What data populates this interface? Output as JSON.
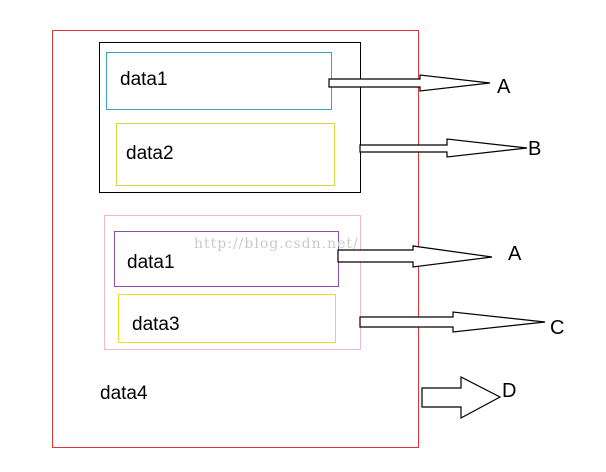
{
  "diagram": {
    "outer_label": "data4",
    "group1": {
      "item1": "data1",
      "item2": "data2"
    },
    "group2": {
      "item1": "data1",
      "item2": "data3"
    },
    "targets": {
      "t1": "A",
      "t2": "B",
      "t3": "A",
      "t4": "C",
      "t5": "D"
    },
    "watermark": "http://blog.csdn.net/"
  },
  "colors": {
    "outer_border": "#e0343a",
    "group1_border": "#000000",
    "group2_border": "#f2b8cf",
    "data1_top_border": "#3aa0c8",
    "data2_border": "#d6d640",
    "data1_bottom_border": "#8a4fa8",
    "data3_border": "#e6e020"
  }
}
